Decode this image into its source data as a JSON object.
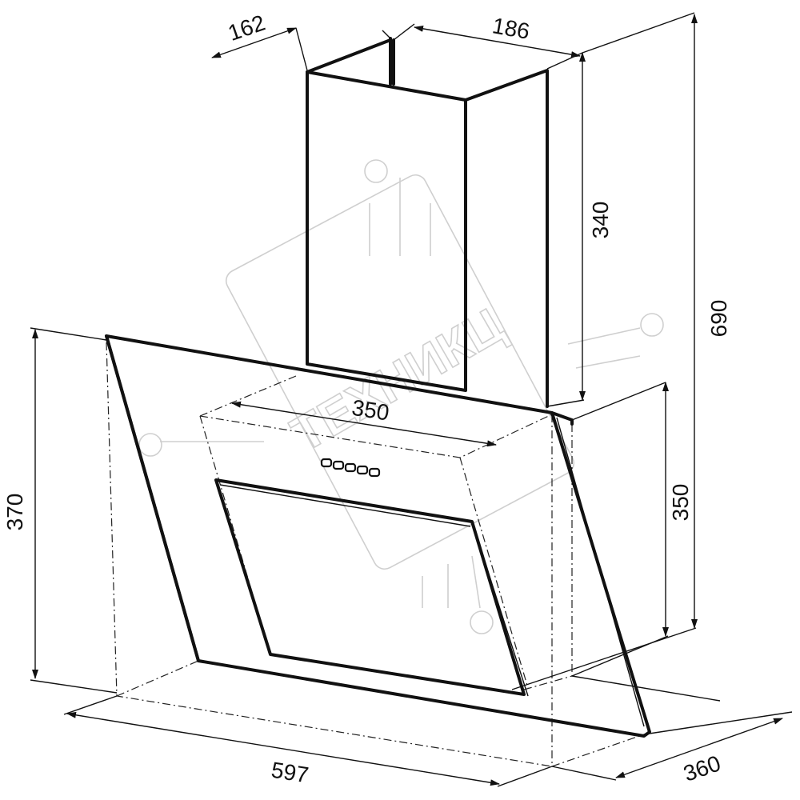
{
  "dimensions": {
    "chimney_depth": "162",
    "chimney_width": "186",
    "chimney_height": "340",
    "total_height": "690",
    "body_height": "370",
    "panel_height": "350",
    "panel_width": "350",
    "hood_width": "597",
    "hood_depth": "360"
  },
  "control_buttons": 5,
  "watermark": {
    "text": "ТЕХНИКЦ"
  },
  "colors": {
    "line": "#111111",
    "watermark": "#cfcfcf"
  }
}
